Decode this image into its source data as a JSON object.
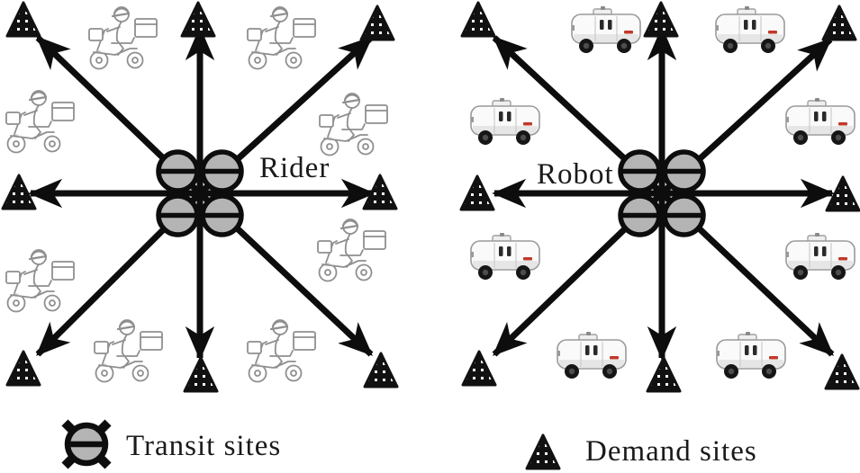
{
  "figure": {
    "background": "#ffffff",
    "panels": [
      {
        "id": "rider",
        "hub_label": "Rider",
        "vehicle": "delivery-scooter-rider",
        "vehicle_count": 8,
        "transit_circle_count": 4,
        "demand_site_count": 8,
        "arrow_directions": [
          "N",
          "NE",
          "E",
          "SE",
          "S",
          "SW",
          "W",
          "NW"
        ]
      },
      {
        "id": "robot",
        "hub_label": "Robot",
        "vehicle": "autonomous-delivery-robot",
        "vehicle_count": 8,
        "transit_circle_count": 4,
        "demand_site_count": 8,
        "arrow_directions": [
          "N",
          "NE",
          "E",
          "SE",
          "S",
          "SW",
          "W",
          "NW"
        ]
      }
    ],
    "legend": [
      {
        "symbol": "transit-site-icon",
        "label": "Transit sites"
      },
      {
        "symbol": "demand-site-icon",
        "label": "Demand sites"
      }
    ],
    "colors": {
      "arrow": "#0d0d0d",
      "transit_fill": "#b4b4b4",
      "transit_stroke": "#0d0d0d",
      "demand_fill": "#111111",
      "demand_dot": "#ffffff",
      "scooter_line": "#8f8f8f",
      "robot_body": "#fafafa",
      "robot_accent": "#c0392b",
      "text": "#1a1a1a"
    }
  }
}
